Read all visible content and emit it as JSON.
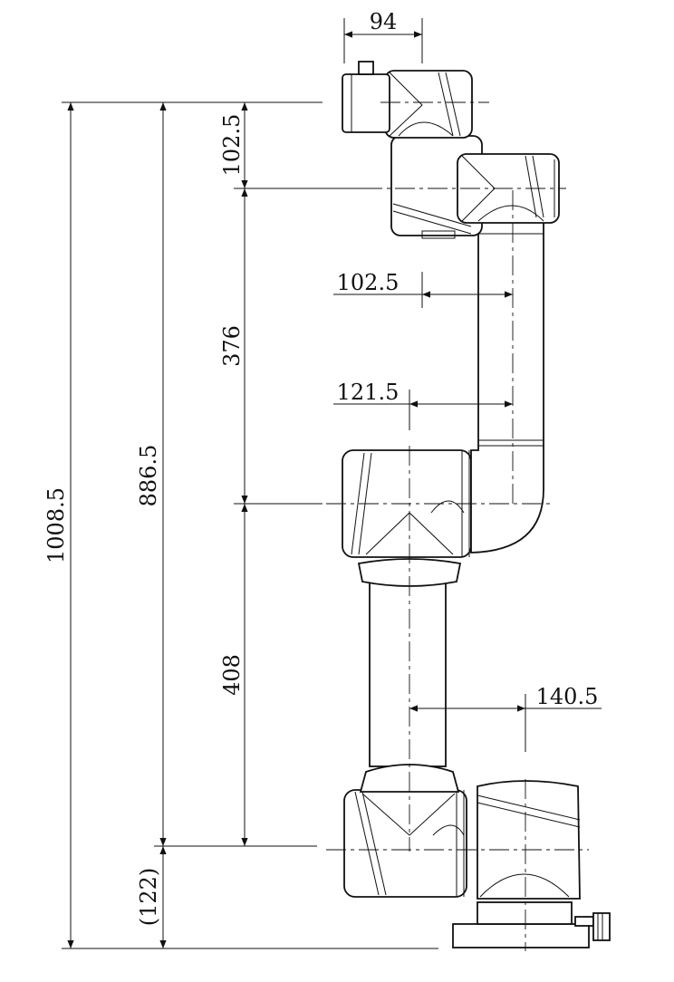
{
  "dimensions": {
    "top_width": "94",
    "total_height": "1008.5",
    "shoulder_to_wrist": "886.5",
    "wrist_offset": "102.5",
    "forearm_length": "376",
    "upper_arm_length": "408",
    "base_height": "(122)",
    "offset_forearm": "102.5",
    "offset_elbow": "121.5",
    "offset_base": "140.5"
  }
}
